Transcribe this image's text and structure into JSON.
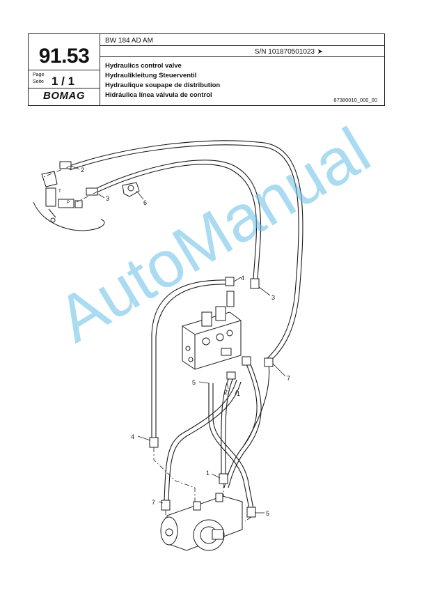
{
  "header": {
    "model": "BW 184 AD AM",
    "serial": "S/N 101870501023",
    "serial_arrow": "➤",
    "titles": [
      "Hydraulics control valve",
      "Hydraulikleitung Steuerventil",
      "Hydraulique soupape de distribution",
      "Hidráulica línea válvula de control"
    ],
    "doc_number": "87380010_000_00",
    "section_number": "91.53",
    "page_label_1": "Page",
    "page_label_2": "Seite",
    "page_number": "1 / 1",
    "brand": "BOMAG"
  },
  "callouts": {
    "c1": "2",
    "c2": "3",
    "c3": "6",
    "c4": "4",
    "c5": "3",
    "c6": "5",
    "c7": "2",
    "c8": "1",
    "c9": "7",
    "c10": "4",
    "c11": "1",
    "c12": "7",
    "c13": "5",
    "t_label": "T",
    "p_label": "P"
  },
  "watermark": "AutoManual"
}
